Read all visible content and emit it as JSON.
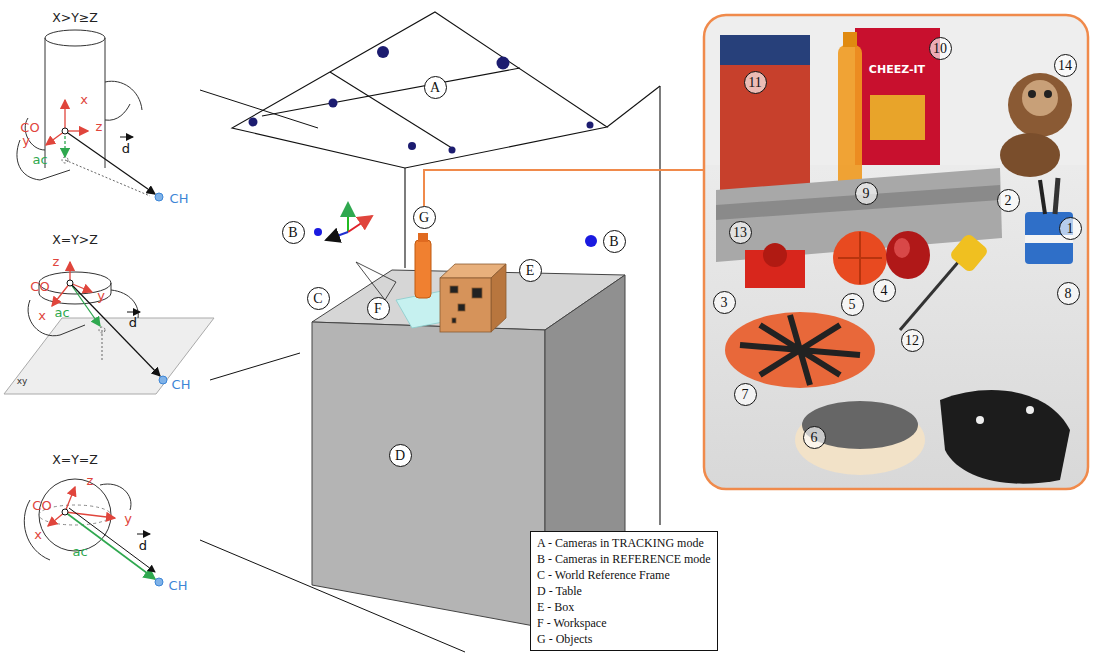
{
  "diagram": {
    "nodes": [
      {
        "text": [
          "A - Cameras in TRACKING mode",
          "B - Cameras in REFERENCE mode",
          "C - World Reference Frame",
          "D - Table",
          "E - Box",
          "F - Workspace",
          "G - Objects"
        ]
      }
    ],
    "labels": [
      "X>Y≥Z",
      "CO",
      "x",
      "z",
      "y",
      "ac",
      "d",
      "CH",
      "X=Y>Z",
      "CO",
      "z",
      "y",
      "x",
      "ac",
      "d",
      "CH",
      "xy",
      "X=Y=Z",
      "CO",
      "z",
      "y",
      "x",
      "ac",
      "d",
      "CH",
      "A",
      "B",
      "B",
      "C",
      "D",
      "E",
      "F",
      "G",
      "1",
      "2",
      "3",
      "4",
      "5",
      "6",
      "7",
      "8",
      "9",
      "10",
      "11",
      "12",
      "13",
      "14",
      "CHEEZ-IT"
    ]
  }
}
